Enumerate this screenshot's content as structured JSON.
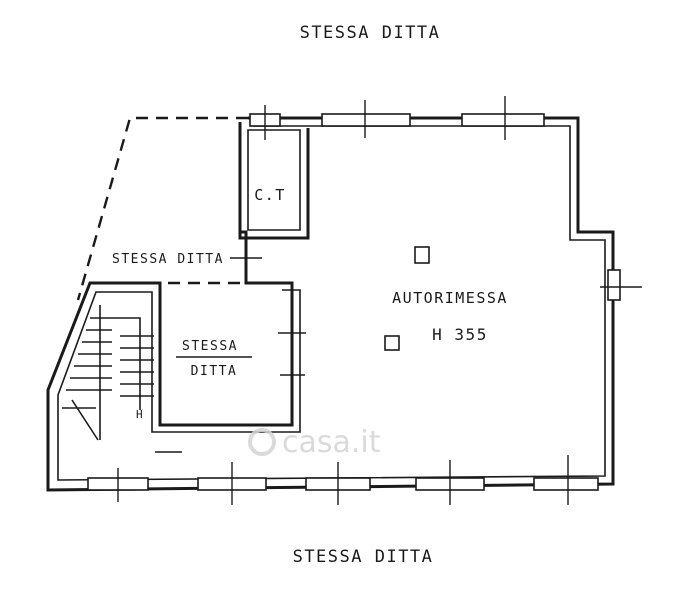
{
  "labels": {
    "top_neighbor": "STESSA DITTA",
    "bottom_neighbor": "STESSA DITTA",
    "side_neighbor": "STESSA DITTA",
    "inner_neighbor_line1": "STESSA",
    "inner_neighbor_line2": "DITTA",
    "boiler_room": "C.T",
    "garage": "AUTORIMESSA",
    "height": "H 355",
    "stair_mark": "H"
  },
  "watermark": "casa.it",
  "colors": {
    "ink": "#1a1a1a",
    "paper": "#ffffff",
    "watermark": "#d4d4d4"
  }
}
